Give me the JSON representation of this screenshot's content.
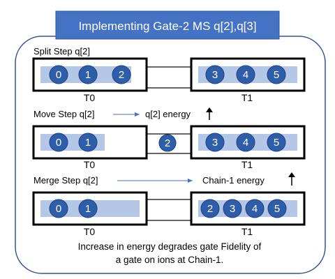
{
  "header": {
    "title": "Implementing Gate-2 MS q[2],q[3]"
  },
  "steps": [
    {
      "label": "Split Step q[2]",
      "effect": "",
      "left_trap": {
        "label": "T0",
        "ions": [
          "0",
          "1",
          "2"
        ]
      },
      "transport_ions": [],
      "right_trap": {
        "label": "T1",
        "ions": [
          "3",
          "4",
          "5"
        ]
      }
    },
    {
      "label": "Move Step q[2]",
      "effect": "q[2] energy",
      "left_trap": {
        "label": "T0",
        "ions": [
          "0",
          "1"
        ]
      },
      "transport_ions": [
        "2"
      ],
      "right_trap": {
        "label": "T1",
        "ions": [
          "3",
          "4",
          "5"
        ]
      }
    },
    {
      "label": "Merge Step q[2]",
      "effect": "Chain-1 energy",
      "left_trap": {
        "label": "T0",
        "ions": [
          "0",
          "1"
        ]
      },
      "transport_ions": [],
      "right_trap": {
        "label": "T1",
        "ions": [
          "2",
          "3",
          "4",
          "5"
        ]
      }
    }
  ],
  "footer": {
    "line1": "Increase in energy degrades gate Fidelity of",
    "line2": "a gate on ions at Chain-1."
  },
  "colors": {
    "header_fill": "#4472c4",
    "header_text": "#ffffff",
    "frame_stroke": "#2f5496",
    "chain_fill": "#b4c7e7",
    "ion_fill": "#2e5eaa",
    "ion_stroke": "#1f3d7a",
    "ion_text": "#ffffff",
    "arrow": "#4472c4",
    "trap_stroke": "#000000"
  }
}
